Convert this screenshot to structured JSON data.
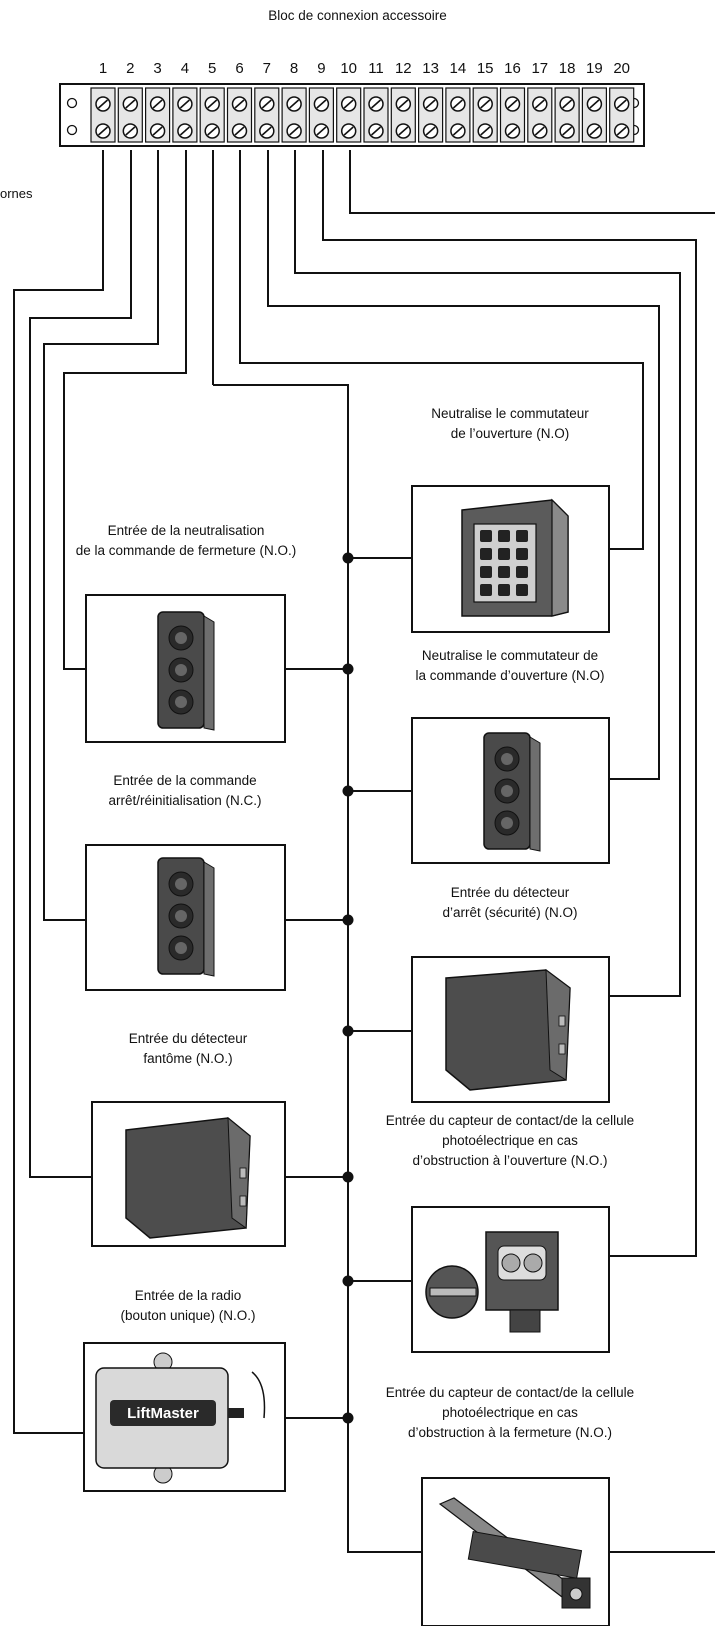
{
  "title": "Bloc de connexion accessoire",
  "edge_label": "ornes",
  "terminals": [
    "1",
    "2",
    "3",
    "4",
    "5",
    "6",
    "7",
    "8",
    "9",
    "10",
    "11",
    "12",
    "13",
    "14",
    "15",
    "16",
    "17",
    "18",
    "19",
    "20"
  ],
  "devices": [
    {
      "id": "open-override-keypad",
      "lines": [
        "Neutralise le commutateur",
        "de l’ouverture (N.O)"
      ]
    },
    {
      "id": "close-override",
      "lines": [
        "Entrée de la neutralisation",
        "de la commande de fermeture (N.O.)"
      ]
    },
    {
      "id": "open-command-override",
      "lines": [
        "Neutralise le commutateur de",
        "la commande d’ouverture (N.O)"
      ]
    },
    {
      "id": "stop-reset",
      "lines": [
        "Entrée de la commande",
        "arrêt/réinitialisation (N.C.)"
      ]
    },
    {
      "id": "stop-detector",
      "lines": [
        "Entrée du détecteur",
        "d’arrêt (sécurité) (N.O)"
      ]
    },
    {
      "id": "phantom-detector",
      "lines": [
        "Entrée du détecteur",
        "fantôme (N.O.)"
      ]
    },
    {
      "id": "open-photo-eye",
      "lines": [
        "Entrée du capteur de contact/de la cellule",
        "photoélectrique en cas",
        "d’obstruction à l’ouverture (N.O.)"
      ]
    },
    {
      "id": "radio",
      "lines": [
        "Entrée de la radio",
        "(bouton unique) (N.O.)"
      ]
    },
    {
      "id": "close-photo-eye",
      "lines": [
        "Entrée du capteur de contact/de la cellule",
        "photoélectrique en cas",
        "d’obstruction à la fermeture (N.O.)"
      ]
    }
  ],
  "radio_brand": "LiftMaster"
}
